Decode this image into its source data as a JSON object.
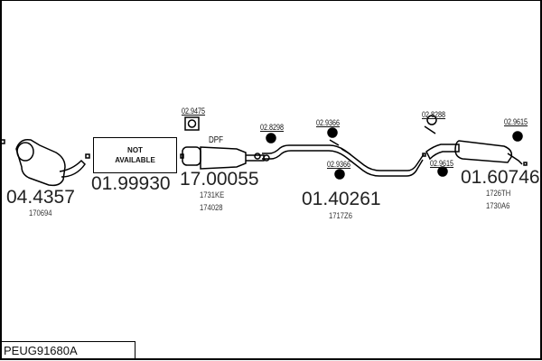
{
  "diagram_code": "PEUG91680A",
  "parts": [
    {
      "number": "04.4357",
      "refs": [
        "170694"
      ]
    },
    {
      "number": "01.99930",
      "label": [
        "NOT",
        "AVAILABLE"
      ]
    },
    {
      "number": "17.00055",
      "refs": [
        "1731KE",
        "174028"
      ],
      "tag": "DPF"
    },
    {
      "number": "01.40261",
      "refs": [
        "1717Z6"
      ]
    },
    {
      "number": "01.60746",
      "refs": [
        "1726TH",
        "1730A6"
      ]
    }
  ],
  "accessories": [
    "02.9475",
    "02.8298",
    "02.9366",
    "02.9366",
    "02.8288",
    "02.9615",
    "02.9615"
  ]
}
